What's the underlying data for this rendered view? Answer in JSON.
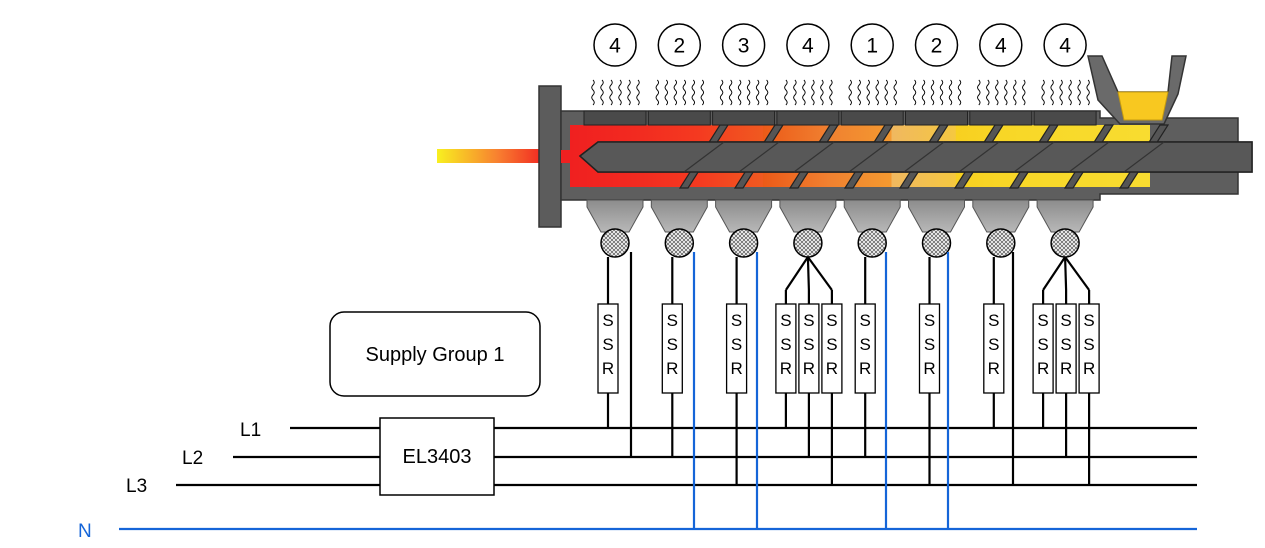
{
  "supply_group": {
    "label": "Supply Group 1"
  },
  "terminal": {
    "label": "EL3403"
  },
  "lines": [
    {
      "id": "L1",
      "label": "L1",
      "color": "#000000"
    },
    {
      "id": "L2",
      "label": "L2",
      "color": "#000000"
    },
    {
      "id": "L3",
      "label": "L3",
      "color": "#000000"
    },
    {
      "id": "N",
      "label": "N",
      "color": "#1565d8"
    }
  ],
  "zones": [
    {
      "number": "4",
      "gradient": [
        "#f02020",
        "#f22a20"
      ]
    },
    {
      "number": "2",
      "gradient": [
        "#f22a20",
        "#f43a20"
      ]
    },
    {
      "number": "3",
      "gradient": [
        "#f43a20",
        "#f05a20"
      ]
    },
    {
      "number": "4",
      "gradient": [
        "#ec5a18",
        "#f08030"
      ]
    },
    {
      "number": "1",
      "gradient": [
        "#f08030",
        "#f49a30"
      ]
    },
    {
      "number": "2",
      "gradient": [
        "#f0b860",
        "#f5c840"
      ]
    },
    {
      "number": "4",
      "gradient": [
        "#f8d020",
        "#f8d828"
      ]
    },
    {
      "number": "4",
      "gradient": [
        "#f8d828",
        "#f8dc30"
      ]
    }
  ],
  "ssr_letters": [
    "S",
    "S",
    "R"
  ],
  "colors": {
    "barrel": "#5a5a5a",
    "screw": "#555555",
    "feed_hopper": "#f8c820",
    "neutral": "#1565d8",
    "heater_cone": "#999999"
  }
}
